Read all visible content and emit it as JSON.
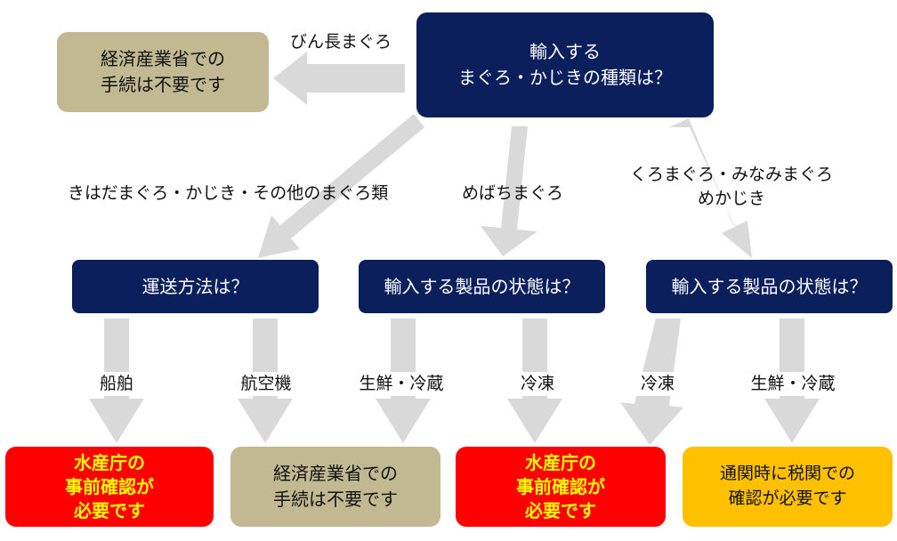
{
  "question": {
    "text": "輸入する\nまぐろ・かじきの種類は？"
  },
  "top_result": {
    "text": "経済産業省での\n手続は不要です"
  },
  "branch_labels": {
    "binnaga": "びん長まぐろ",
    "kihada": "きはだまぐろ・かじき・その他のまぐろ類",
    "mebachi": "めばちまぐろ",
    "kuro": "くろまぐろ・みなみまぐろ\nめかじき"
  },
  "sub_questions": {
    "transport": "運送方法は？",
    "state_mebachi": "輸入する製品の状態は？",
    "state_kuro": "輸入する製品の状態は？"
  },
  "leaf_labels": {
    "ship": "船舶",
    "air": "航空機",
    "fresh1": "生鮮・冷蔵",
    "frozen1": "冷凍",
    "frozen2": "冷凍",
    "fresh2": "生鮮・冷蔵"
  },
  "results": {
    "fisheries1": "水産庁の\n事前確認が\n必要です",
    "meti": "経済産業省での\n手続は不要です",
    "fisheries2": "水産庁の\n事前確認が\n必要です",
    "customs": "通関時に税関での\n確認が必要です"
  },
  "colors": {
    "navy": "#0a1f5c",
    "tan": "#c2b993",
    "red": "#ff0000",
    "red_text": "#ffff00",
    "yellow": "#ffc000",
    "arrow": "#d9d9d9"
  }
}
